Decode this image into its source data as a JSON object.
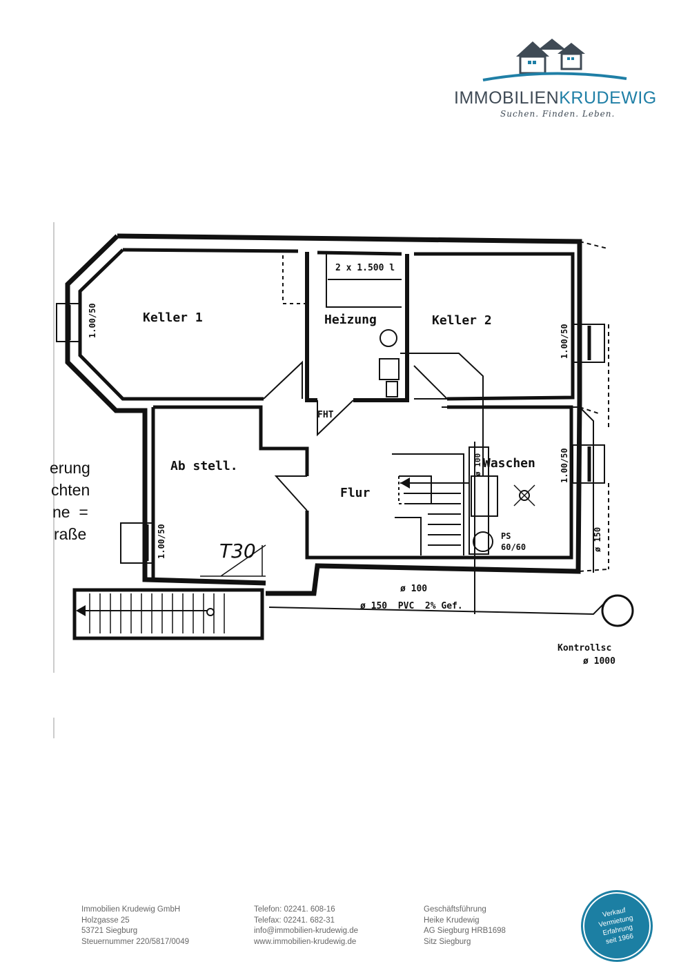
{
  "logo": {
    "name_part1": "IMMOBILIEN",
    "name_part2": "KRUDEWIG",
    "tagline": "Suchen. Finden. Leben.",
    "colors": {
      "dark": "#3f4a55",
      "accent": "#1f7fa6"
    },
    "icon": "houses-icon"
  },
  "floorplan": {
    "rooms": {
      "keller1": "Keller 1",
      "keller2": "Keller 2",
      "heizung": "Heizung",
      "abstell": "Ab stell.",
      "flur": "Flur",
      "waschen": "Waschen"
    },
    "tank": "2 x 1.500 l",
    "fht": "FHT",
    "ps": "PS",
    "ps_size": "60/60",
    "window_1": "1.00/50",
    "window_2": "1.00/50",
    "window_3": "1.00/50",
    "window_4": "1.00/50",
    "pipe_100_vertical": "ø 100",
    "pipe_100": "ø 100",
    "pipe_150_pvc": "ø 150  PVC  2% Gef.",
    "pipe_150_vertical": "ø 150",
    "kontroll": "Kontrollsc",
    "kontroll_size": "ø 1000",
    "t30": "T30",
    "left_fragments": [
      "erung",
      "chten",
      "ne  =",
      "raße"
    ]
  },
  "footer": {
    "col1": [
      "Immobilien Krudewig GmbH",
      "Holzgasse 25",
      "53721 Siegburg",
      "Steuernummer 220/5817/0049"
    ],
    "col2": [
      "Telefon: 02241. 608-16",
      "Telefax: 02241. 682-31",
      "info@immobilien-krudewig.de",
      "www.immobilien-krudewig.de"
    ],
    "col3": [
      "Geschäftsführung",
      "Heike Krudewig",
      "AG Siegburg HRB1698",
      "Sitz Siegburg"
    ]
  },
  "badge": {
    "lines": [
      "Verkauf",
      "Vermietung",
      "Erfahrung",
      "seit 1966"
    ],
    "color": "#1c7fa3"
  }
}
